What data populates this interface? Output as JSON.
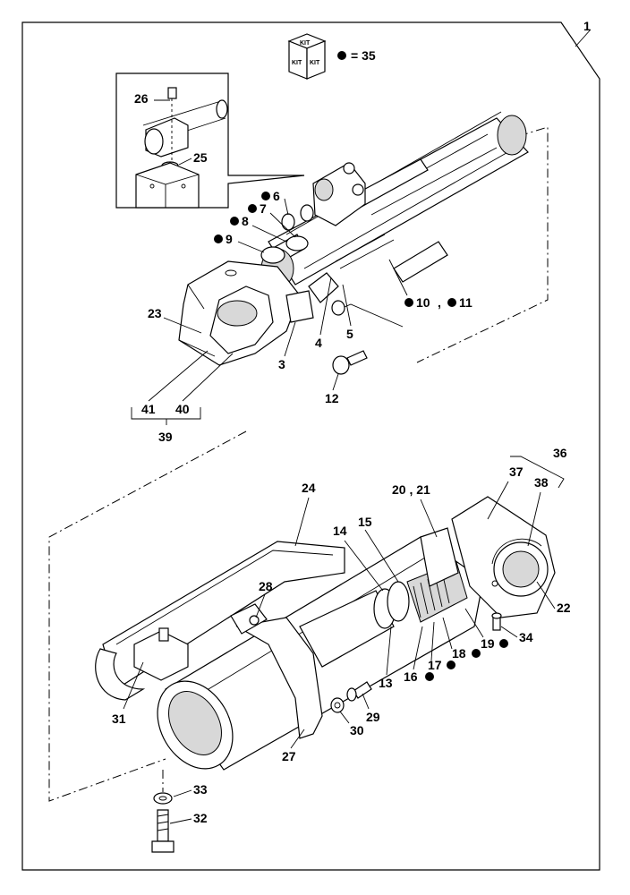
{
  "kit_legend": {
    "cube_faces": [
      "KIT",
      "KIT",
      "KIT"
    ],
    "equals": "= 35"
  },
  "callouts": {
    "c1": "1",
    "c3": "3",
    "c4": "4",
    "c5": "5",
    "c6": "6",
    "c7": "7",
    "c8": "8",
    "c9": "9",
    "c10_11a": "10",
    "c10_11sep": ",",
    "c10_11b": "11",
    "c12": "12",
    "c13": "13",
    "c14": "14",
    "c15": "15",
    "c16": "16",
    "c17": "17",
    "c18": "18",
    "c19": "19",
    "c20_21": "20 , 21",
    "c22": "22",
    "c23": "23",
    "c24": "24",
    "c25": "25",
    "c26": "26",
    "c27": "27",
    "c28": "28",
    "c29": "29",
    "c30": "30",
    "c31": "31",
    "c32": "32",
    "c33": "33",
    "c34": "34",
    "c36": "36",
    "c37": "37",
    "c38": "38",
    "c39": "39",
    "c40": "40",
    "c41": "41"
  }
}
